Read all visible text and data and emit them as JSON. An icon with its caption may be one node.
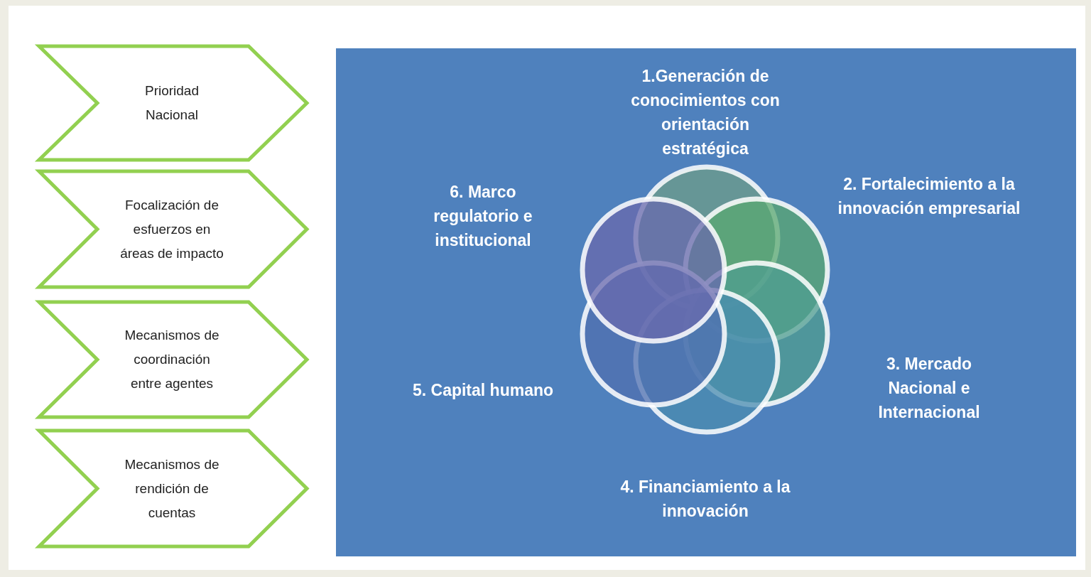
{
  "diagram": {
    "nodes": [
      {
        "text": [
          "Prioridad Nacional"
        ]
      },
      {
        "text": [
          "Focalización de esfuerzos en áreas de impacto"
        ]
      },
      {
        "text": [
          "Mecanismos de coordinación entre agentes"
        ]
      },
      {
        "text": [
          "Mecanismos de rendición de cuentas"
        ]
      },
      {
        "text": [
          "1.Generación de conocimientos con orientación estratégica",
          "6. Marco regulatorio e institucional",
          "2. Fortalecimiento a la innovación empresarial",
          "5. Capital humano",
          "3. Mercado Nacional e Internacional",
          "4. Financiamiento a la innovación"
        ]
      }
    ],
    "edges": []
  }
}
